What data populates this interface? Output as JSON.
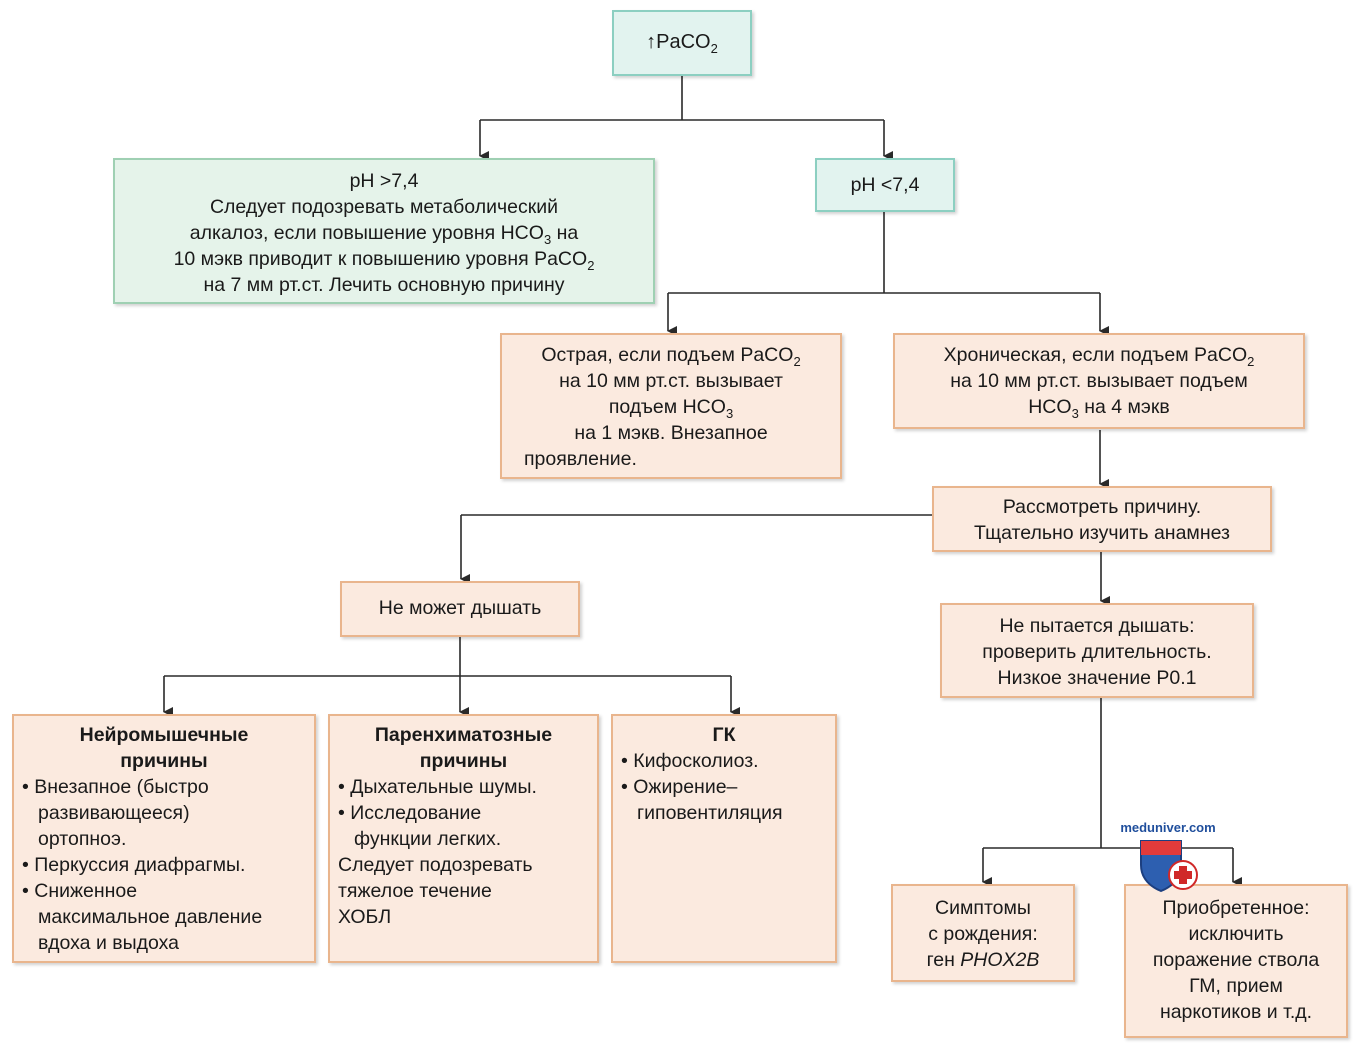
{
  "root": {
    "arrow": "↑",
    "text": "PaCO",
    "sub": "2"
  },
  "ph_high": {
    "title": "pH >7,4",
    "l1": "Следует подозревать метаболический",
    "l2a": "алкалоз, если повышение уровня HCO",
    "l2sub": "3",
    "l2b": " на",
    "l3a": "10 мэкв приводит к повышению уровня PaCO",
    "l3sub": "2",
    "l4": "на 7 мм рт.ст. Лечить основную причину"
  },
  "ph_low": {
    "title": "pH <7,4"
  },
  "acute": {
    "l1a": "Острая, если подъем PaCO",
    "l1sub": "2",
    "l2": "на 10 мм рт.ст. вызывает",
    "l3a": "подъем HCO",
    "l3sub": "3",
    "l4": "на 1 мэкв. Внезапное",
    "l5": "проявление."
  },
  "chronic": {
    "l1a": "Хроническая, если подъем PaCO",
    "l1sub": "2",
    "l2": "на 10 мм рт.ст. вызывает подъем",
    "l3a": "HCO",
    "l3sub": "3",
    "l3b": " на 4 мэкв"
  },
  "consider": {
    "l1": "Рассмотреть причину.",
    "l2": "Тщательно изучить анамнез"
  },
  "cannot": {
    "text": "Не может дышать"
  },
  "not_trying": {
    "l1": "Не пытается дышать:",
    "l2": "проверить длительность.",
    "l3": "Низкое значение P0.1"
  },
  "neuro": {
    "title1": "Нейромышечные",
    "title2": "причины",
    "items": [
      [
        "Внезапное (быстро",
        "развивающееся)",
        "ортопноэ."
      ],
      [
        "Перкуссия диафрагмы."
      ],
      [
        "Сниженное",
        "максимальное давление",
        "вдоха и выдоха"
      ]
    ]
  },
  "paren": {
    "title1": "Паренхиматозные",
    "title2": "причины",
    "items": [
      [
        "Дыхательные шумы."
      ],
      [
        "Исследование",
        "функции легких."
      ]
    ],
    "extra": [
      "Следует подозревать",
      "тяжелое течение",
      "ХОБЛ"
    ]
  },
  "gk": {
    "title": "ГК",
    "items": [
      [
        "Кифосколиоз."
      ],
      [
        "Ожирение–",
        "гиповентиляция"
      ]
    ]
  },
  "birth": {
    "l1": "Симптомы",
    "l2": "с рождения:",
    "l3a": "ген ",
    "l3gene": "PHOX2B"
  },
  "acquired": {
    "l1": "Приобретенное:",
    "l2": "исключить",
    "l3": "поражение ствола",
    "l4": "ГМ, прием",
    "l5": "наркотиков и т.д."
  },
  "watermark": {
    "text": "meduniver.com"
  },
  "colors": {
    "orange_fill": "#fbeadf",
    "orange_border": "#e9b58d",
    "green_fill": "#e5f3ea",
    "teal_fill": "#e2f3ef",
    "line": "#2a2a2a"
  }
}
